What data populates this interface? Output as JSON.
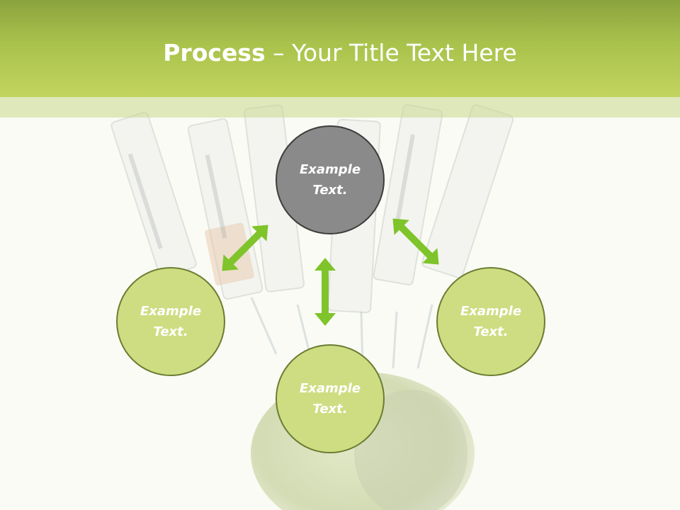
{
  "slide": {
    "title_bold": "Process",
    "title_rest": " – Your Title Text Here"
  },
  "nodes": {
    "top": {
      "line1": "Example",
      "line2": "Text."
    },
    "left": {
      "line1": "Example",
      "line2": "Text."
    },
    "right": {
      "line1": "Example",
      "line2": "Text."
    },
    "bottom": {
      "line1": "Example",
      "line2": "Text."
    }
  },
  "colors": {
    "header": "#a9c24c",
    "node_fill": "#cedd82",
    "node_border": "#6b7d32",
    "highlight_fill": "#8a8a8a",
    "arrow": "#7ec42a"
  }
}
